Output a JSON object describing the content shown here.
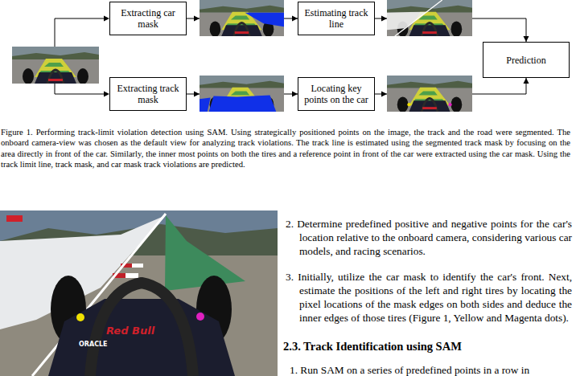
{
  "diagram": {
    "caption": "Figure 1. Performing track-limit violation detection using SAM. Using strategically positioned points on the image, the track and the road were segmented. The onboard camera-view was chosen as the default view for analyzing track violations. The track line is estimated using the segmented track mask by focusing on the area directly in front of the car. Similarly, the inner most points on both the tires and a reference point in front of the car were extracted using the car mask. Using the track limit line, track mask, and car mask track violations are predicted.",
    "nodes": [
      {
        "text": [
          "Extracting car mask"
        ]
      },
      {
        "text": [
          "Estimating track line"
        ]
      },
      {
        "text": [
          "Extracting track mask"
        ]
      },
      {
        "text": [
          "Locating key points on the car"
        ]
      },
      {
        "text": [
          "Prediction"
        ]
      }
    ],
    "edges": [
      {
        "from": 0,
        "to": 1,
        "arrow": "to"
      },
      {
        "from": 2,
        "to": 3,
        "arrow": "to"
      },
      {
        "from": 1,
        "to": 4,
        "arrow": "to"
      },
      {
        "from": 3,
        "to": 4,
        "arrow": "to"
      }
    ],
    "labels": [
      "2. Determine predefined positive and negative points for the car's location relative to the onboard camera, considering various car models, and racing scenarios.",
      "3. Initially, utilize the car mask to identify the car's front. Next, estimate the positions of the left and right tires by locating the pixel locations of the mask edges on both sides and deduce the inner edges of those tires (Figure 1, Yellow and Magenta dots).",
      "2.3. Track Identification using SAM",
      "1. Run SAM on a series of predefined points in a row in",
      "Red Bull",
      "ORACLE"
    ]
  }
}
